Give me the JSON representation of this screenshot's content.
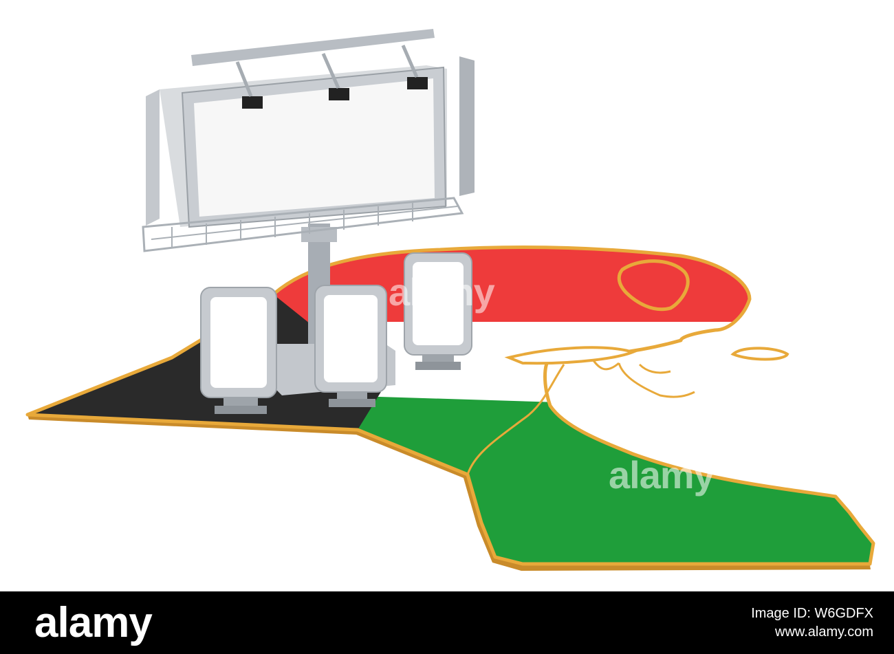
{
  "watermark": {
    "text": "alamy"
  },
  "footer": {
    "logo": "alamy",
    "image_id_line": "Image ID: W6GDFX",
    "site_line": "www.alamy.com"
  },
  "colors": {
    "flag_red": "#ee3b3b",
    "flag_white": "#ffffff",
    "flag_green": "#1f9e3a",
    "flag_black": "#2a2a2a",
    "gold_border": "#e8a93a",
    "billboard_metal": "#b9bec4",
    "footer_bg": "#000000"
  }
}
